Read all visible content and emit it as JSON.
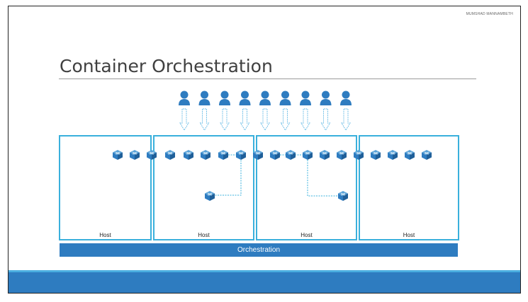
{
  "slide": {
    "author": "MUMSHAD MANNAMBETH",
    "title": "Container Orchestration"
  },
  "users": {
    "count": 9,
    "icon": "user-icon",
    "color": "#2e7cc0"
  },
  "hosts": [
    {
      "label": "Host",
      "containers": 3
    },
    {
      "label": "Host",
      "containers": 7
    },
    {
      "label": "Host",
      "containers": 7
    },
    {
      "label": "Host",
      "containers": 4
    }
  ],
  "orchestration": {
    "label": "Orchestration"
  },
  "colors": {
    "accent": "#2e7cc0",
    "host_border": "#3ab0dc",
    "light_accent": "#4aaee0"
  }
}
